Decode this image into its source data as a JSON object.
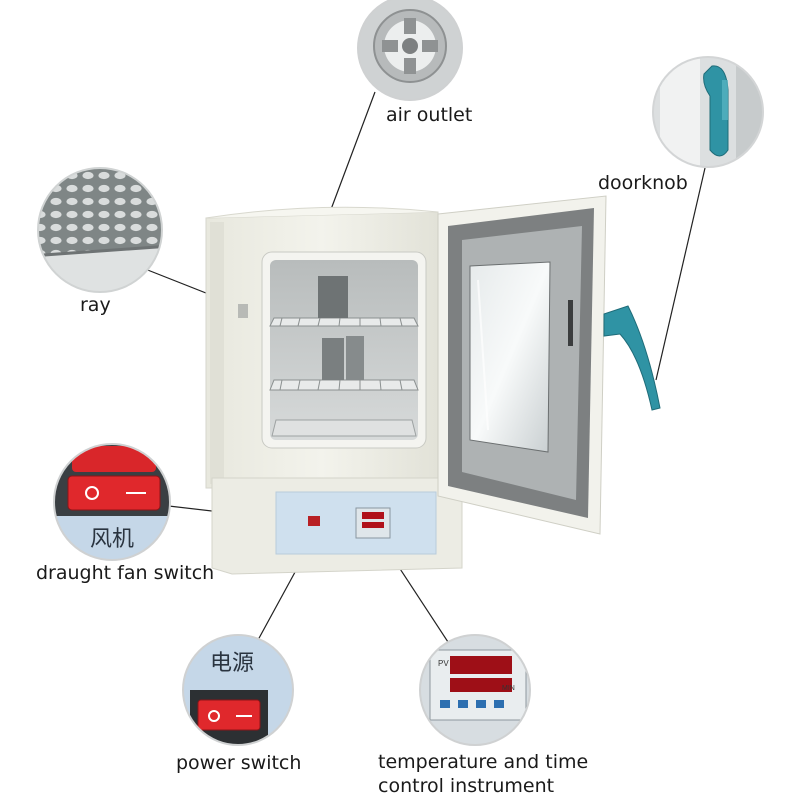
{
  "labels": {
    "air_outlet": "air outlet",
    "doorknob": "doorknob",
    "ray": "ray",
    "draught_fan_switch": "draught fan switch",
    "power_switch": "power switch",
    "temperature_instrument": "temperature and time\ncontrol instrument"
  },
  "insets": {
    "fan_switch_text": "风机",
    "power_switch_text": "电源",
    "instrument_text_pv": "PV",
    "instrument_text_min": "MIN"
  },
  "colors": {
    "cabinet": "#eeeee6",
    "control_panel": "#cfe0ee",
    "door_frame": "#7d8081",
    "handle": "#2f93a4",
    "switch_red": "#d9262a",
    "leader_line": "#222222"
  }
}
